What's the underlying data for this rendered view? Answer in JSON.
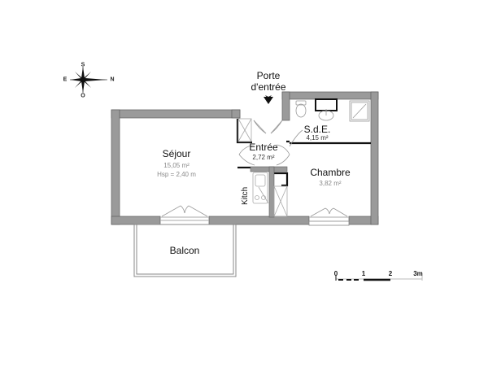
{
  "compass": {
    "north": "N",
    "south": "S",
    "east": "E",
    "west": "O"
  },
  "entrance": {
    "label_line1": "Porte",
    "label_line2": "d'entrée",
    "arrow": "down-arrow"
  },
  "rooms": {
    "sejour": {
      "name": "Séjour",
      "area": "15,05 m²",
      "height": "Hsp = 2,40 m"
    },
    "entree": {
      "name": "Entrée",
      "area": "2,72 m²"
    },
    "sde": {
      "name": "S.d.E.",
      "area": "4,15 m²"
    },
    "chambre": {
      "name": "Chambre",
      "area": "3,82 m²"
    },
    "kitch": {
      "name": "Kitch"
    },
    "balcon": {
      "name": "Balcon"
    }
  },
  "scale_bar": {
    "ticks": [
      "0",
      "1",
      "2",
      "3m"
    ]
  },
  "colors": {
    "wall": "#9a9a9a",
    "wall_outline": "#6a6a6a",
    "partition": "#111111",
    "fixture": "#888888"
  }
}
